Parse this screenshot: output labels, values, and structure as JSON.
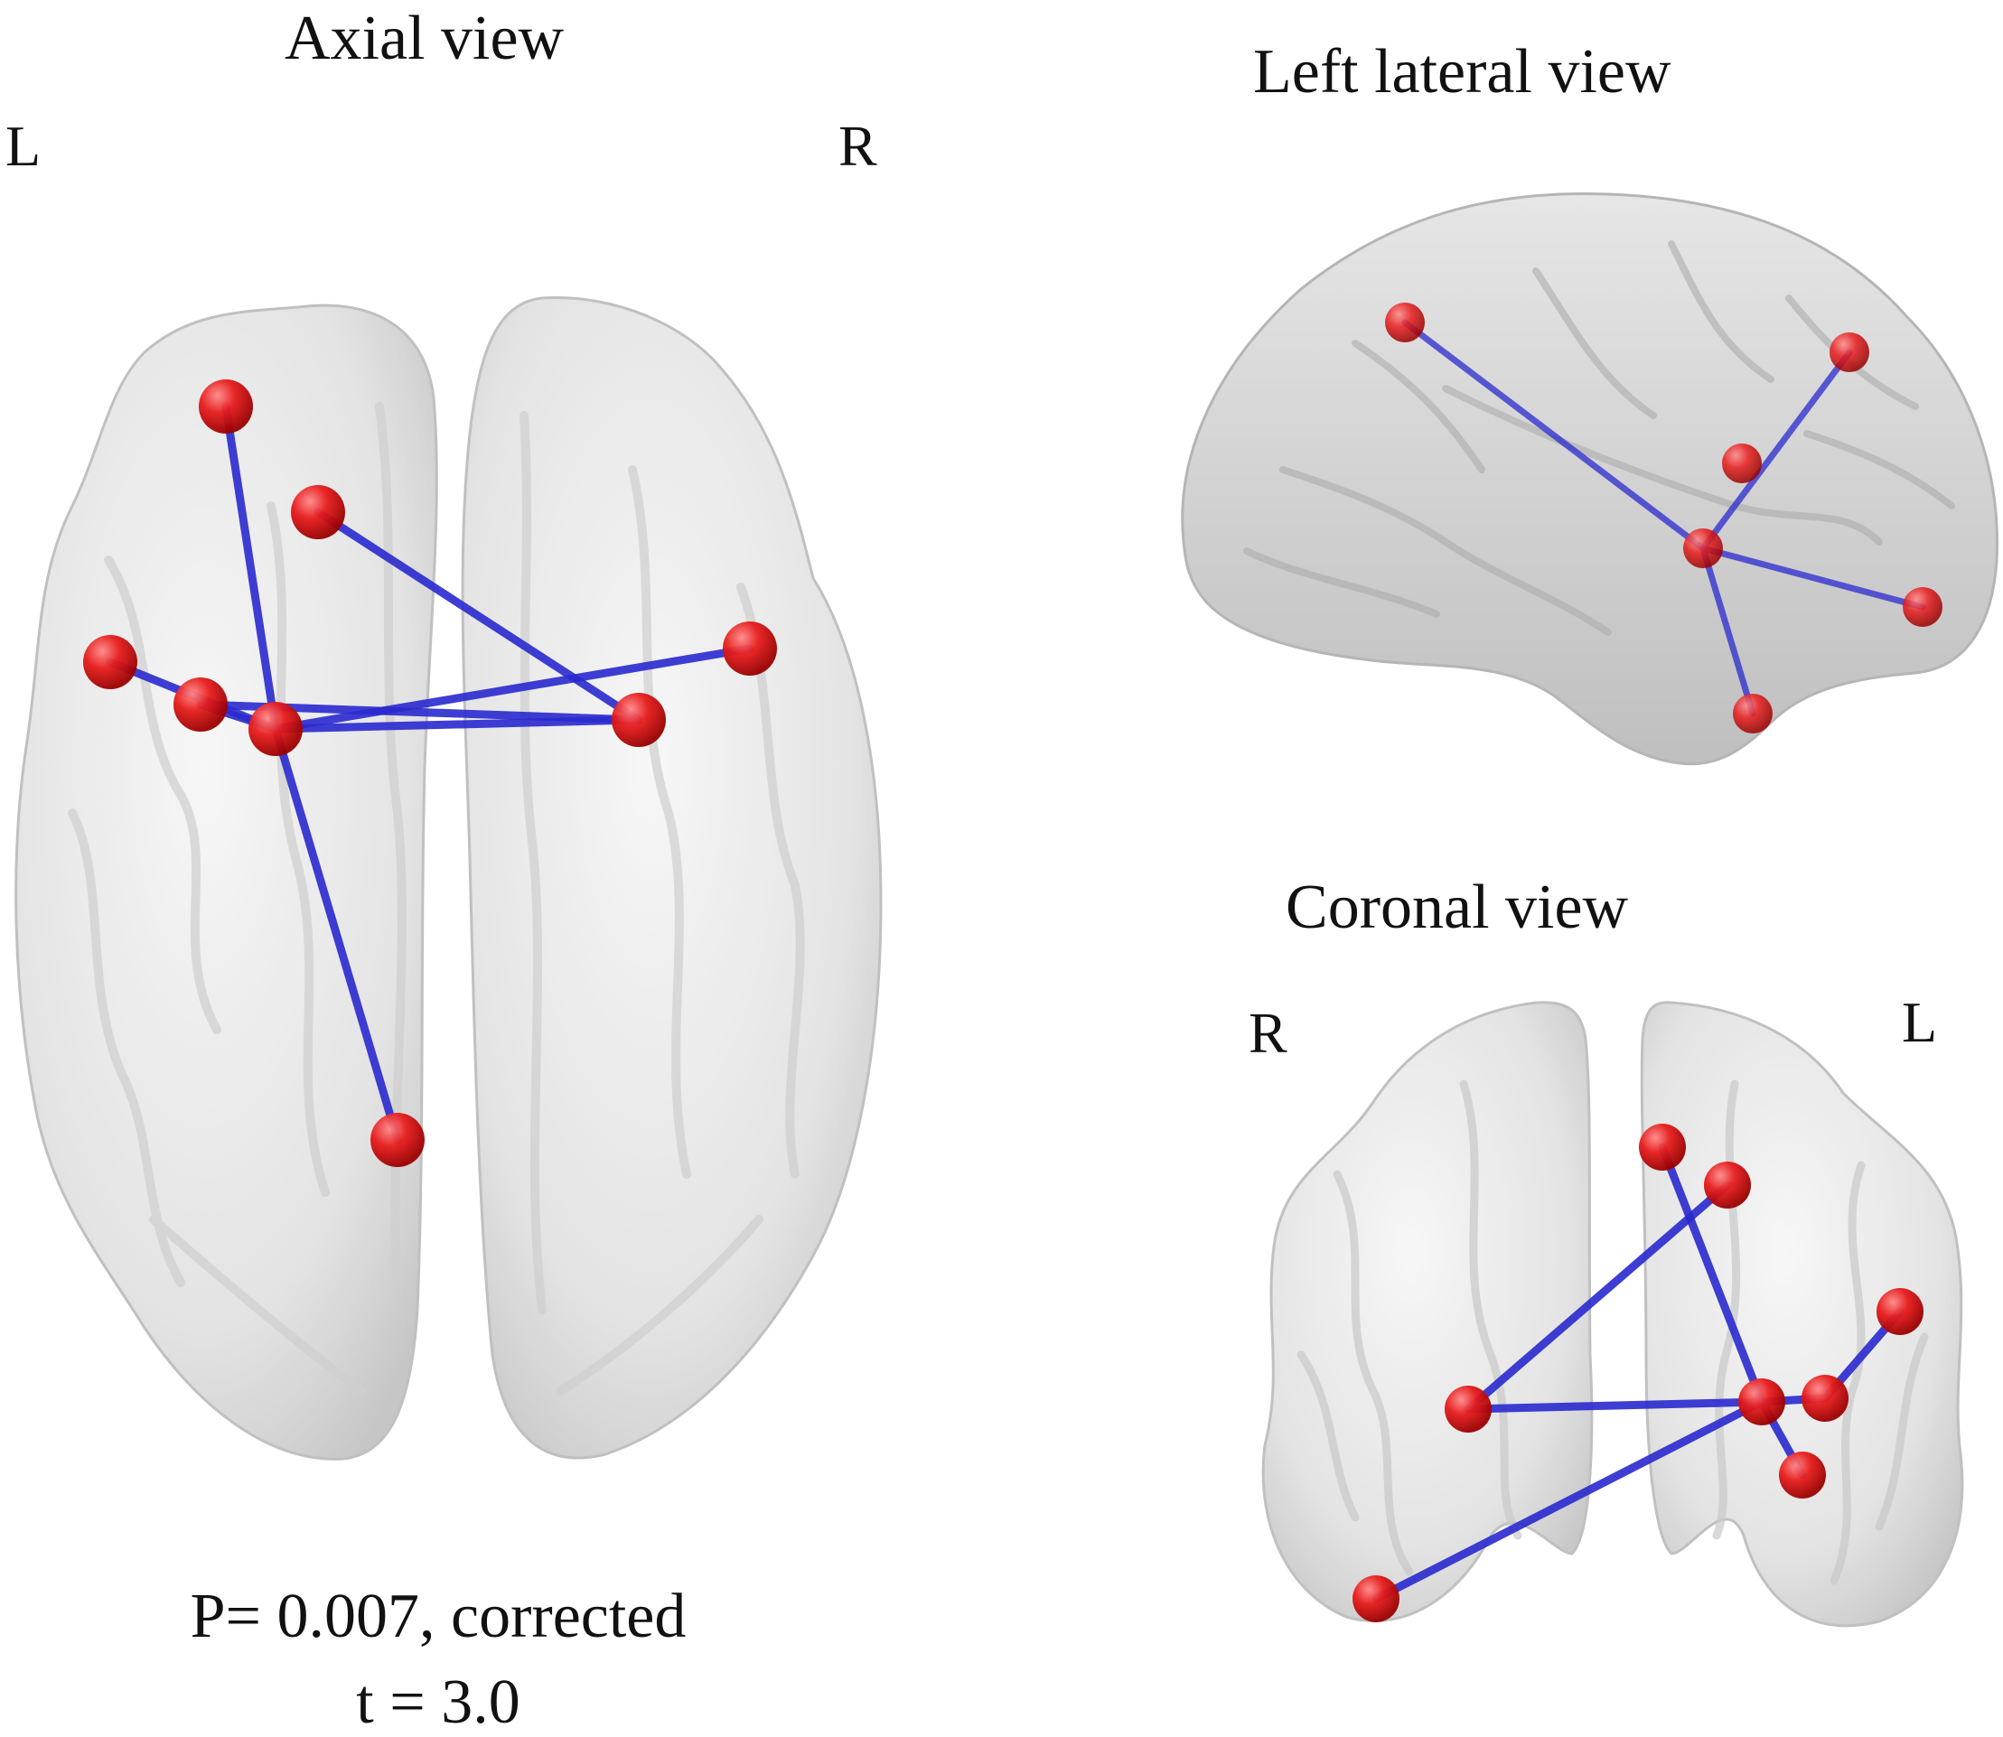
{
  "axial": {
    "title": "Axial view",
    "left_marker": "L",
    "right_marker": "R"
  },
  "lateral": {
    "title": "Left lateral view"
  },
  "coronal": {
    "title": "Coronal view",
    "left_marker": "R",
    "right_marker": "L"
  },
  "stats": {
    "p_line": "P= 0.007, corrected",
    "t_line": "t = 3.0"
  },
  "colors": {
    "node": "#e01818",
    "edge": "#2a2ad0",
    "brain": "#d9d9d9"
  }
}
